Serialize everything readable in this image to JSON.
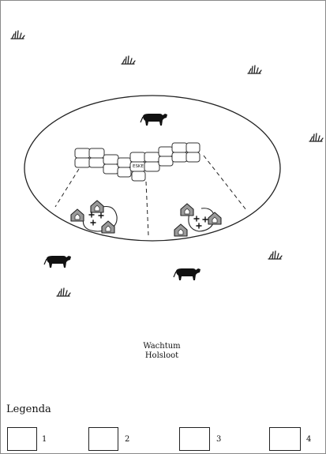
{
  "labels": {
    "place_line1": "Wachtum",
    "place_line2": "Holsloot",
    "block_inscription": "ESKE"
  },
  "legend": {
    "title": "Legenda",
    "items": [
      {
        "number": "1",
        "icon": "house-icon"
      },
      {
        "number": "2",
        "icon": "graves-crosses-icon"
      },
      {
        "number": "3",
        "icon": "cow-icon"
      },
      {
        "number": "4",
        "icon": "stone-blocks-icon"
      }
    ]
  },
  "colors": {
    "house_fill": "#9a9a9a",
    "cow_fill": "#111111",
    "line": "#222222",
    "background": "#ffffff"
  }
}
